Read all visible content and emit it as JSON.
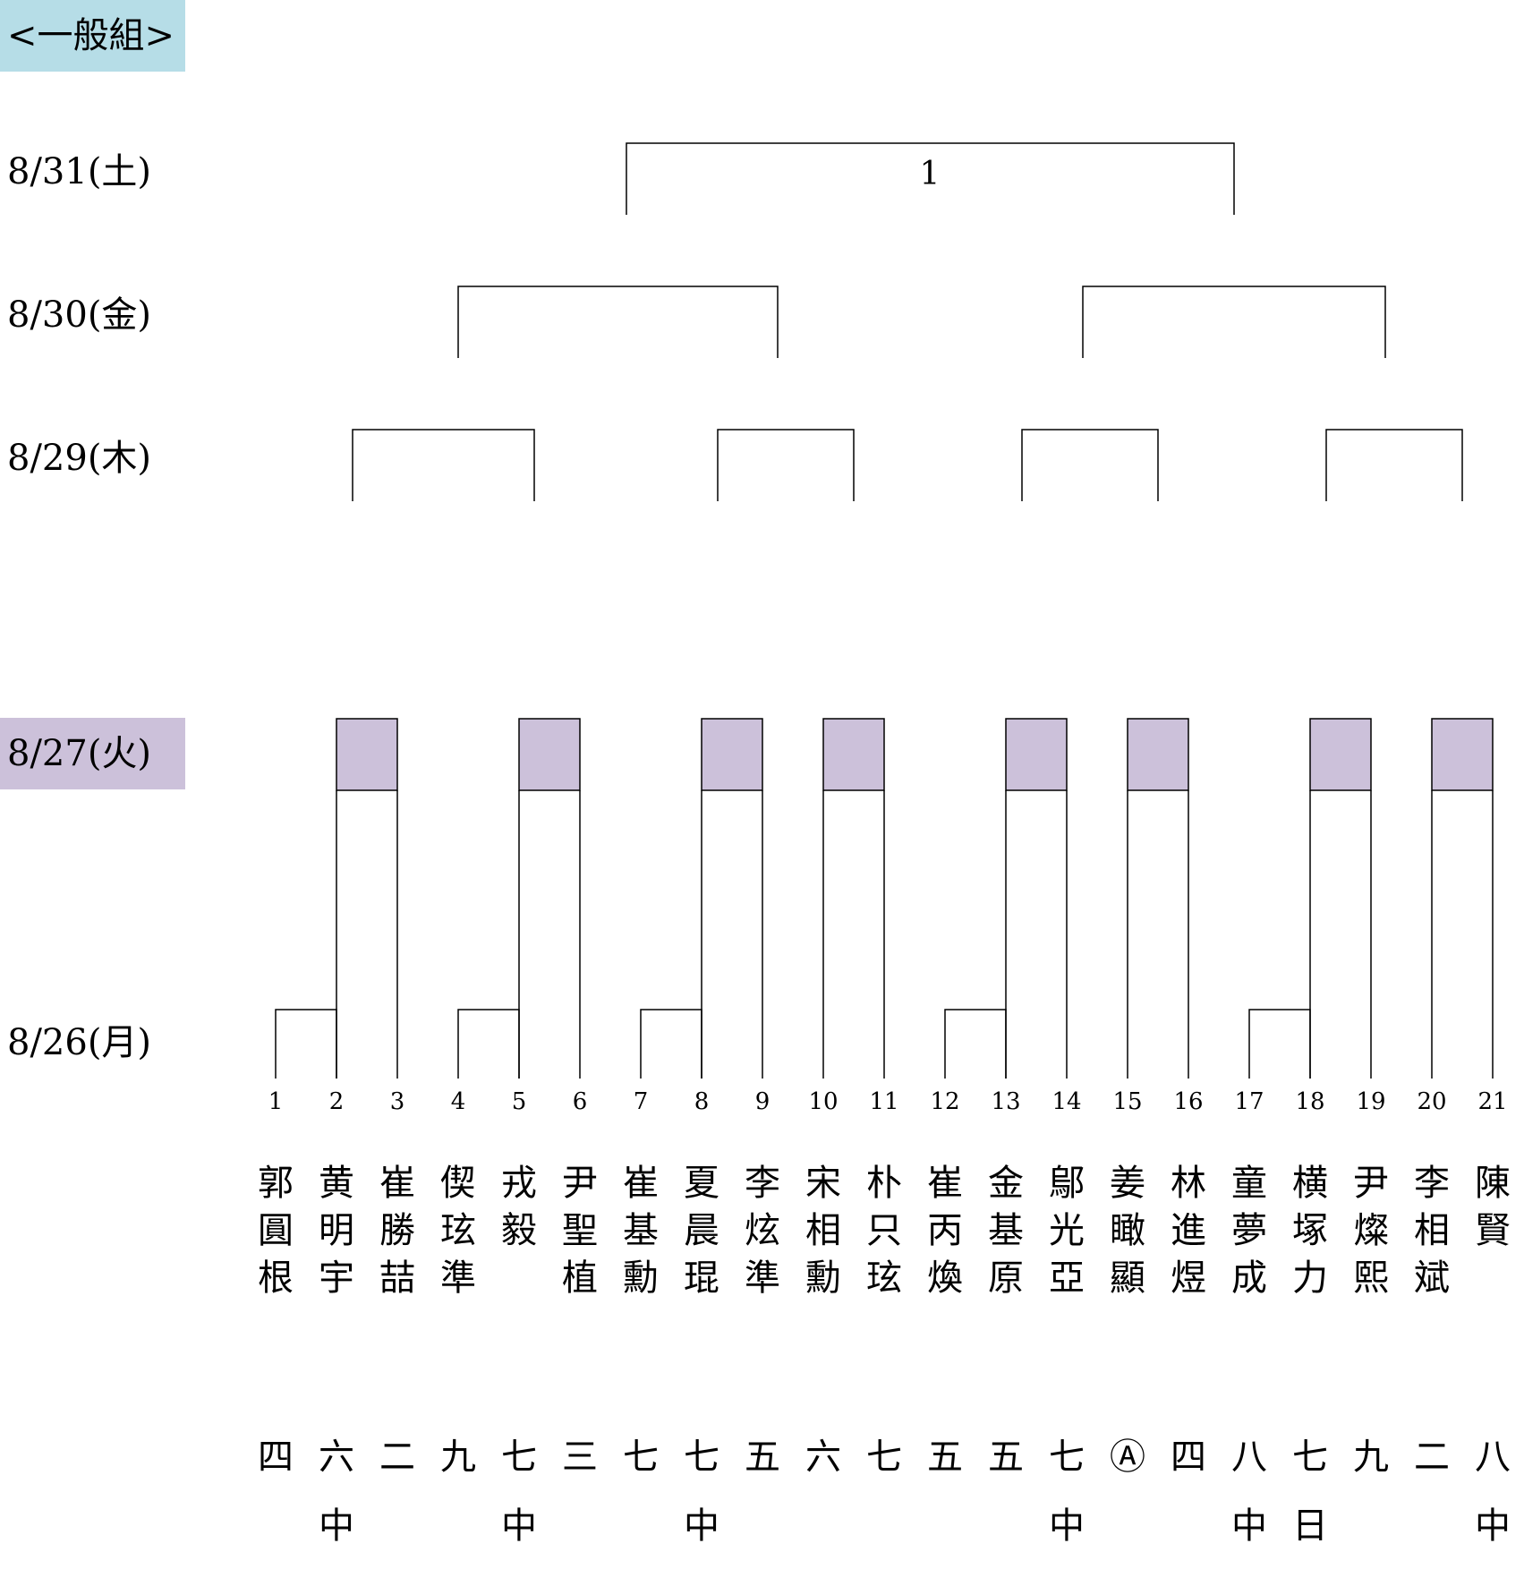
{
  "title": "<一般組>",
  "dates": {
    "d0831": "8/31(土)",
    "d0830": "8/30(金)",
    "d0829": "8/29(木)",
    "d0827": "8/27(火)",
    "d0826": "8/26(月)"
  },
  "final_match_number": "1",
  "colors": {
    "title_bg": "#b6dde7",
    "day_highlight": "#ccc1da",
    "line": "#000000"
  },
  "players": [
    {
      "no": "1",
      "name": "郭圓根",
      "school": [
        "四"
      ]
    },
    {
      "no": "2",
      "name": "黄明宇",
      "school": [
        "六",
        "中"
      ]
    },
    {
      "no": "3",
      "name": "崔勝喆",
      "school": [
        "二"
      ]
    },
    {
      "no": "4",
      "name": "偰玹準",
      "school": [
        "九"
      ]
    },
    {
      "no": "5",
      "name": "戎毅",
      "school": [
        "七",
        "中"
      ]
    },
    {
      "no": "6",
      "name": "尹聖植",
      "school": [
        "三"
      ]
    },
    {
      "no": "7",
      "name": "崔基勳",
      "school": [
        "七"
      ]
    },
    {
      "no": "8",
      "name": "夏晨琨",
      "school": [
        "七",
        "中"
      ]
    },
    {
      "no": "9",
      "name": "李炫準",
      "school": [
        "五"
      ]
    },
    {
      "no": "10",
      "name": "宋相勳",
      "school": [
        "六"
      ]
    },
    {
      "no": "11",
      "name": "朴只玹",
      "school": [
        "七"
      ]
    },
    {
      "no": "12",
      "name": "崔丙煥",
      "school": [
        "五"
      ]
    },
    {
      "no": "13",
      "name": "金基原",
      "school": [
        "五"
      ]
    },
    {
      "no": "14",
      "name": "鄔光亞",
      "school": [
        "七",
        "中"
      ]
    },
    {
      "no": "15",
      "name": "姜瞰顯",
      "school": [
        "Ⓐ"
      ]
    },
    {
      "no": "16",
      "name": "林進煜",
      "school": [
        "四"
      ]
    },
    {
      "no": "17",
      "name": "童夢成",
      "school": [
        "八",
        "中"
      ]
    },
    {
      "no": "18",
      "name": "横塚力",
      "school": [
        "七",
        "日"
      ]
    },
    {
      "no": "19",
      "name": "尹燦熙",
      "school": [
        "九"
      ]
    },
    {
      "no": "20",
      "name": "李相斌",
      "school": [
        "二"
      ]
    },
    {
      "no": "21",
      "name": "陳賢",
      "school": [
        "八",
        "中"
      ]
    }
  ]
}
